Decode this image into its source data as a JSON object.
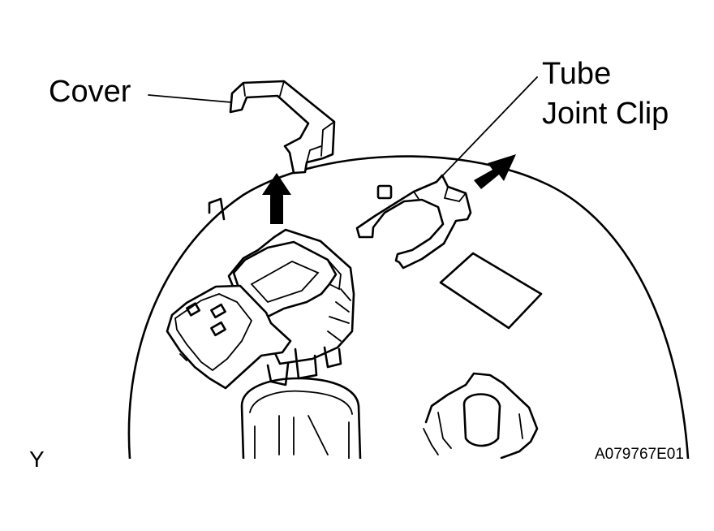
{
  "labels": {
    "cover": "Cover",
    "tube": "Tube",
    "joint_clip": "Joint Clip",
    "view": "Y",
    "figure_code": "A079767E01"
  },
  "colors": {
    "line": "#000000",
    "background": "#ffffff"
  }
}
